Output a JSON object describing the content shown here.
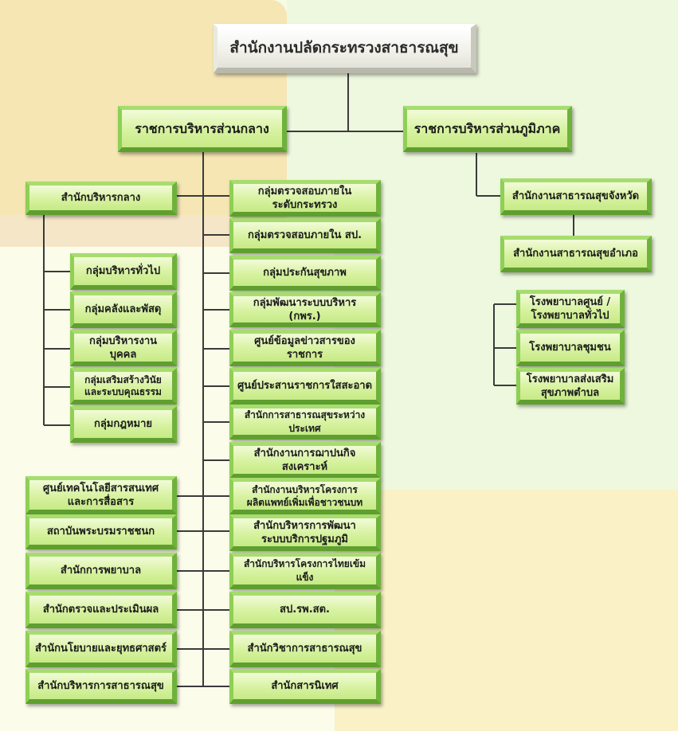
{
  "top": "สำนักงานปลัดกระทรวงสาธารณสุข",
  "central": "ราชการบริหารส่วนกลาง",
  "regional": "ราชการบริหารส่วนภูมิภาค",
  "central_office": "สำนักบริหารกลาง",
  "central_office_groups": [
    "กลุ่มบริหารทั่วไป",
    "กลุ่มคลังและพัสดุ",
    "กลุ่มบริหารงานบุคคล",
    "กลุ่มเสริมสร้างวินัย\nและระบบคุณธรรม",
    "กลุ่มกฎหมาย"
  ],
  "left_units": [
    "ศูนย์เทคโนโลยีสารสนเทศ\nและการสื่อสาร",
    "สถาบันพระบรมราชชนก",
    "สำนักการพยาบาล",
    "สำนักตรวจและประเมินผล",
    "สำนักนโยบายและยุทธศาสตร์",
    "สำนักบริหารการสาธารณสุข"
  ],
  "right_units": [
    "กลุ่มตรวจสอบภายใน\nระดับกระทรวง",
    "กลุ่มตรวจสอบภายใน สป.",
    "กลุ่มประกันสุขภาพ",
    "กลุ่มพัฒนาระบบบริหาร (กพร.)",
    "ศูนย์ข้อมูลข่าวสารของราชการ",
    "ศูนย์ประสานราชการใสสะอาด",
    "สำนักการสาธารณสุขระหว่างประเทศ",
    "สำนักงานการฌาปนกิจสงเคราะห์",
    "สำนักงานบริหารโครงการ\nผลิตแพทย์เพิ่มเพื่อชาวชนบท",
    "สำนักบริหารการพัฒนา\nระบบบริการปฐมภูมิ",
    "สำนักบริหารโครงการไทยเข้มแข็ง",
    "สป.รพ.สต.",
    "สำนักวิชาการสาธารณสุข",
    "สำนักสารนิเทศ"
  ],
  "provincial": "สำนักงานสาธารณสุขจังหวัด",
  "district": "สำนักงานสาธารณสุขอำเภอ",
  "hospitals": [
    "โรงพยาบาลศูนย์ /\nโรงพยาบาลทั่วไป",
    "โรงพยาบาลชุมชน",
    "โรงพยาบาลส่งเสริม\nสุขภาพตำบล"
  ]
}
